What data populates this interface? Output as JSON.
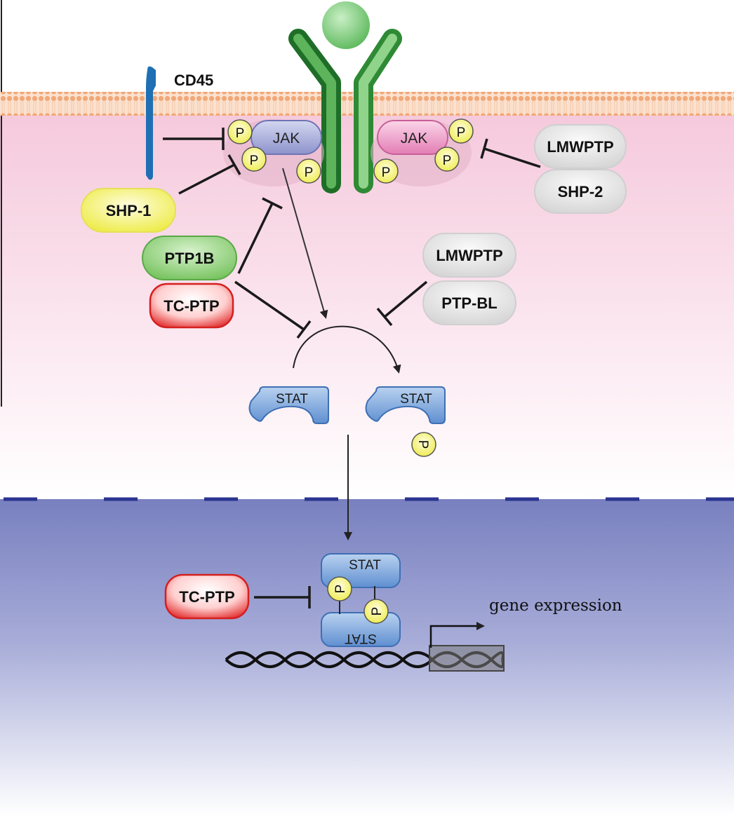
{
  "labels": {
    "cd45": "CD45",
    "jak_left": "JAK",
    "jak_right": "JAK",
    "phospho": "P",
    "shp1": "SHP-1",
    "ptp1b": "PTP1B",
    "tcptp_cyto": "TC-PTP",
    "lmwptp_top": "LMWPTP",
    "shp2": "SHP-2",
    "lmwptp_mid": "LMWPTP",
    "ptpbl": "PTP-BL",
    "stat": "STAT",
    "tcptp_nuc": "TC-PTP",
    "gene_expression": "gene expression"
  },
  "colors": {
    "cytoplasm_top": "#f5cfe0",
    "nucleus": "#7f88c2",
    "membrane": "#f3b890",
    "receptor": "#3a9a3e",
    "ligand": "#8fd68f",
    "cd45": "#1f6fb5",
    "jak_left": "#aab0dc",
    "jak_right": "#f2a6cc",
    "phospho": "#f2ea1a",
    "shp1": "#f6f07a",
    "ptp1b": "#8fd07a",
    "tcptp": "#e83a3a",
    "grey_ptp": "#e2e2e2",
    "stat": "#7aa6dc"
  }
}
